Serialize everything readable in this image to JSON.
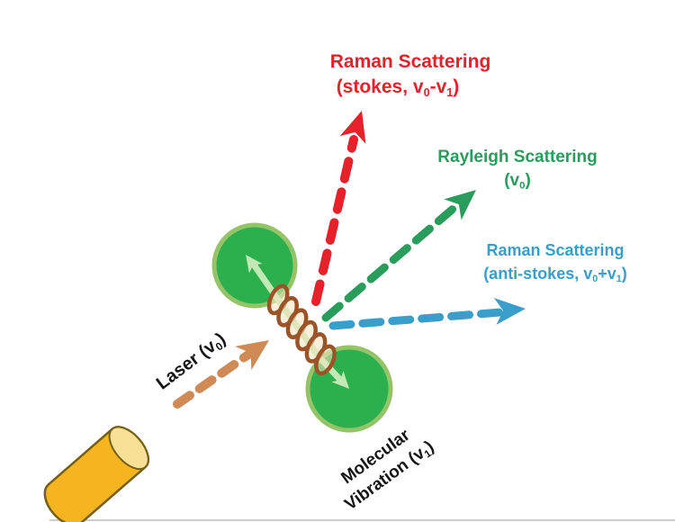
{
  "colors": {
    "stokes_red": "#e7212a",
    "rayleigh_green": "#2a9d5c",
    "antistokes_blue": "#3a9ecb",
    "laser_orange": "#cf8a55",
    "label_black": "#161616",
    "atom_fill": "#2bb04d",
    "atom_rim": "#95c468",
    "vibration_arrow": "#c2e8b4",
    "spring_brown": "#9c5328",
    "spring_fill": "#f6e3c0",
    "cylinder_body": "#f6b51f",
    "cylinder_face": "#f8e196",
    "cylinder_outline": "#756016",
    "edge_gray": "#cdcdcd"
  },
  "labels": {
    "raman_stokes": {
      "line1": "Raman Scattering",
      "l2pre": "(stokes, v",
      "l2sub1": "0",
      "l2mid": "-v",
      "l2sub2": "1",
      "l2post": ")"
    },
    "rayleigh": {
      "line1": "Rayleigh Scattering",
      "l2pre": "(v",
      "l2sub1": "0",
      "l2post": ")"
    },
    "raman_antistokes": {
      "line1": "Raman Scattering",
      "l2pre": "(anti-stokes, v",
      "l2sub1": "0",
      "l2mid": "+v",
      "l2sub2": "1",
      "l2post": ")"
    },
    "laser": {
      "pre": "Laser (v",
      "sub": "0",
      "post": ")"
    },
    "molecular_vibration": {
      "line1": "Molecular",
      "l2pre": "Vibration (v",
      "l2sub": "1",
      "l2post": ")"
    }
  },
  "shapes": {
    "laser_source": "yellow-cylinder",
    "atoms": "two-green-spheres",
    "bond": "brown-spring-coil",
    "vibration_indicator": "pale-green-outward-arrows"
  }
}
